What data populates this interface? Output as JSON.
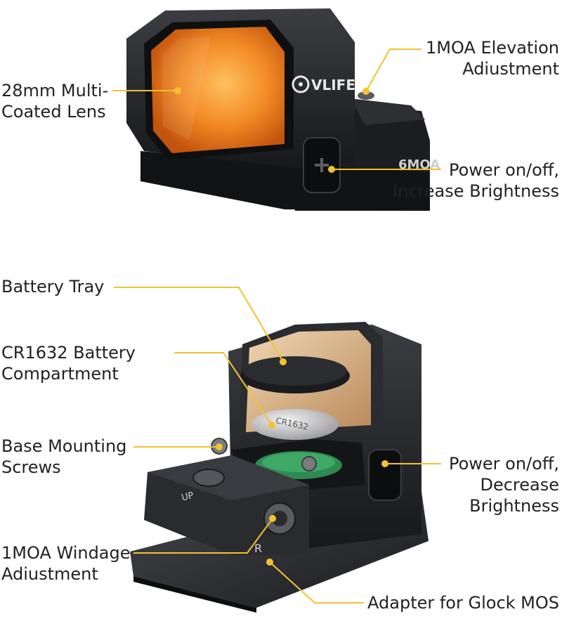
{
  "colors": {
    "leader": "#f2c230",
    "body_dark": "#1e1f22",
    "body_mid": "#3a3b40",
    "lens_orange": "#f07a1a",
    "lens_glow": "#ffb347",
    "brass": "#d8b38a",
    "text": "#222222"
  },
  "brand": "VLIFE",
  "reticle_mark": "6MOA",
  "dial_up": "UP",
  "dial_r": "R",
  "battery_print": "CR1632",
  "labels": {
    "lens": [
      "28mm Multi-",
      "Coated Lens"
    ],
    "elevation": [
      "1MOA Elevation",
      "Adiustment"
    ],
    "power_increase": [
      "Power on/off,",
      "Increase Brightness"
    ],
    "battery_tray": [
      "Battery Tray"
    ],
    "battery_compartment": [
      "CR1632 Battery",
      "Compartment"
    ],
    "base_screws": [
      "Base Mounting",
      "Screws"
    ],
    "power_decrease": [
      "Power on/off,",
      "Decrease",
      "Brightness"
    ],
    "windage": [
      "1MOA Windage",
      "Adiustment"
    ],
    "adapter": [
      "Adapter for Glock MOS"
    ]
  }
}
